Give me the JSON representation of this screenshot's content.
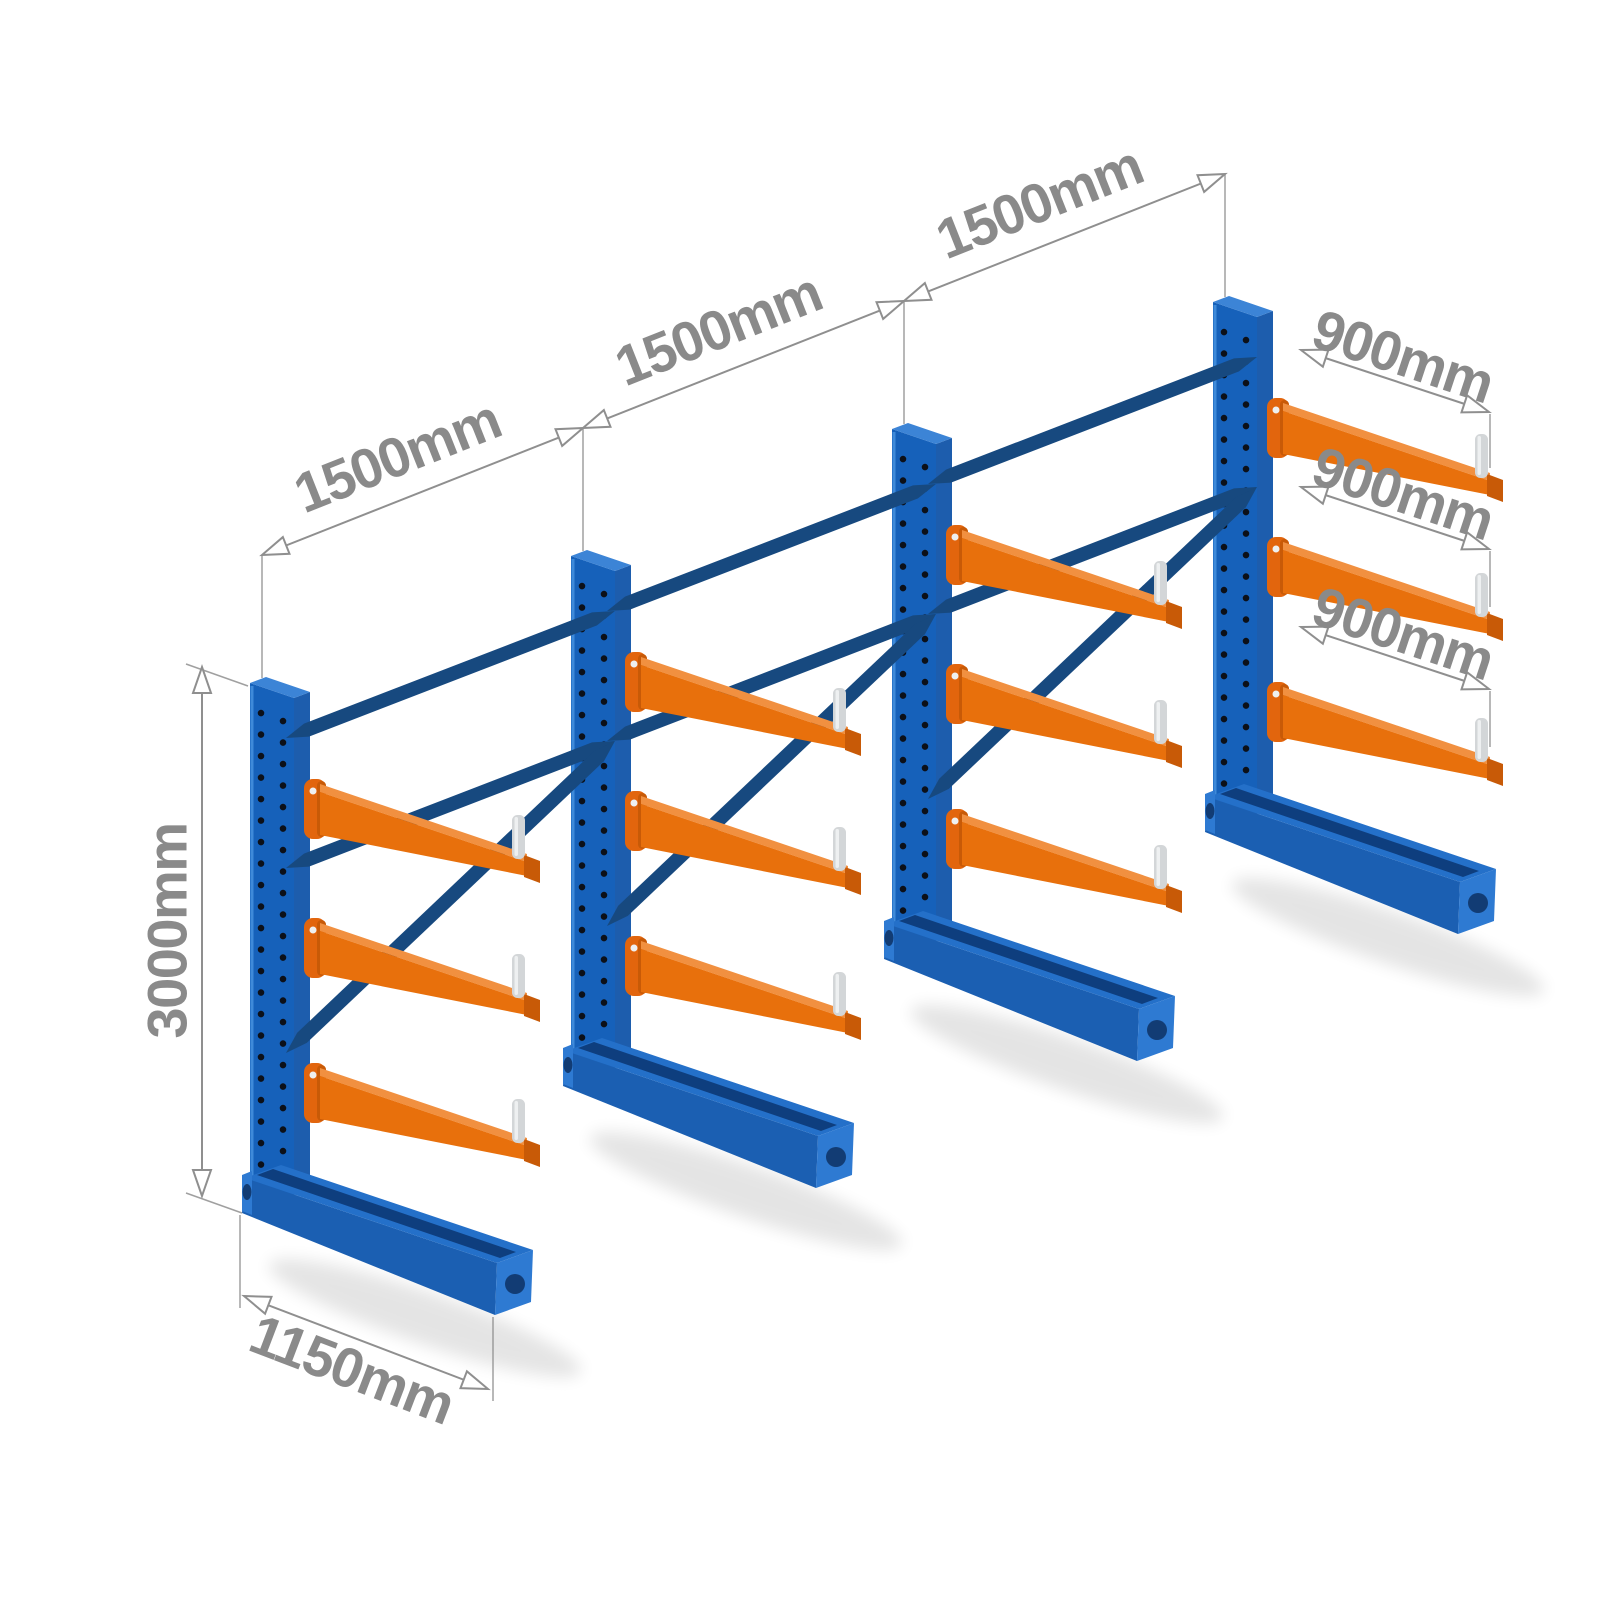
{
  "diagram": {
    "subject": "Single-sided cantilever racking run, isometric dimensional illustration",
    "uprights": 4,
    "bays": 3,
    "arm_levels_per_upright": 3
  },
  "dimensions": {
    "bay_spacings": [
      "1500mm",
      "1500mm",
      "1500mm"
    ],
    "arm_lengths": [
      "900mm",
      "900mm",
      "900mm"
    ],
    "upright_height": "3000mm",
    "base_depth": "1150mm"
  },
  "colors": {
    "blue-face": "#1661ba",
    "blue-side": "#1d5dad",
    "blue-cap": "#3c84d6",
    "blue-edge": "#3f8ad9",
    "blue-base-front": "#1b5fb2",
    "blue-base-top": "#2470c9",
    "blue-base-end": "#2e7ad2",
    "blue-recess": "#0e3e7e",
    "blue-notch": "#123c74",
    "navy": "#17497f",
    "orange": "#e8700c",
    "orange-light": "#f19040",
    "orange-dark": "#c85a07",
    "orange-bracket": "#e2650d",
    "pin-body": "#d3d6d8",
    "pin-light": "#eef0f1",
    "hole": "#0c1018",
    "dim-line": "#8f8f8f",
    "dim-text": "#8a8a8a",
    "background": "#ffffff"
  }
}
